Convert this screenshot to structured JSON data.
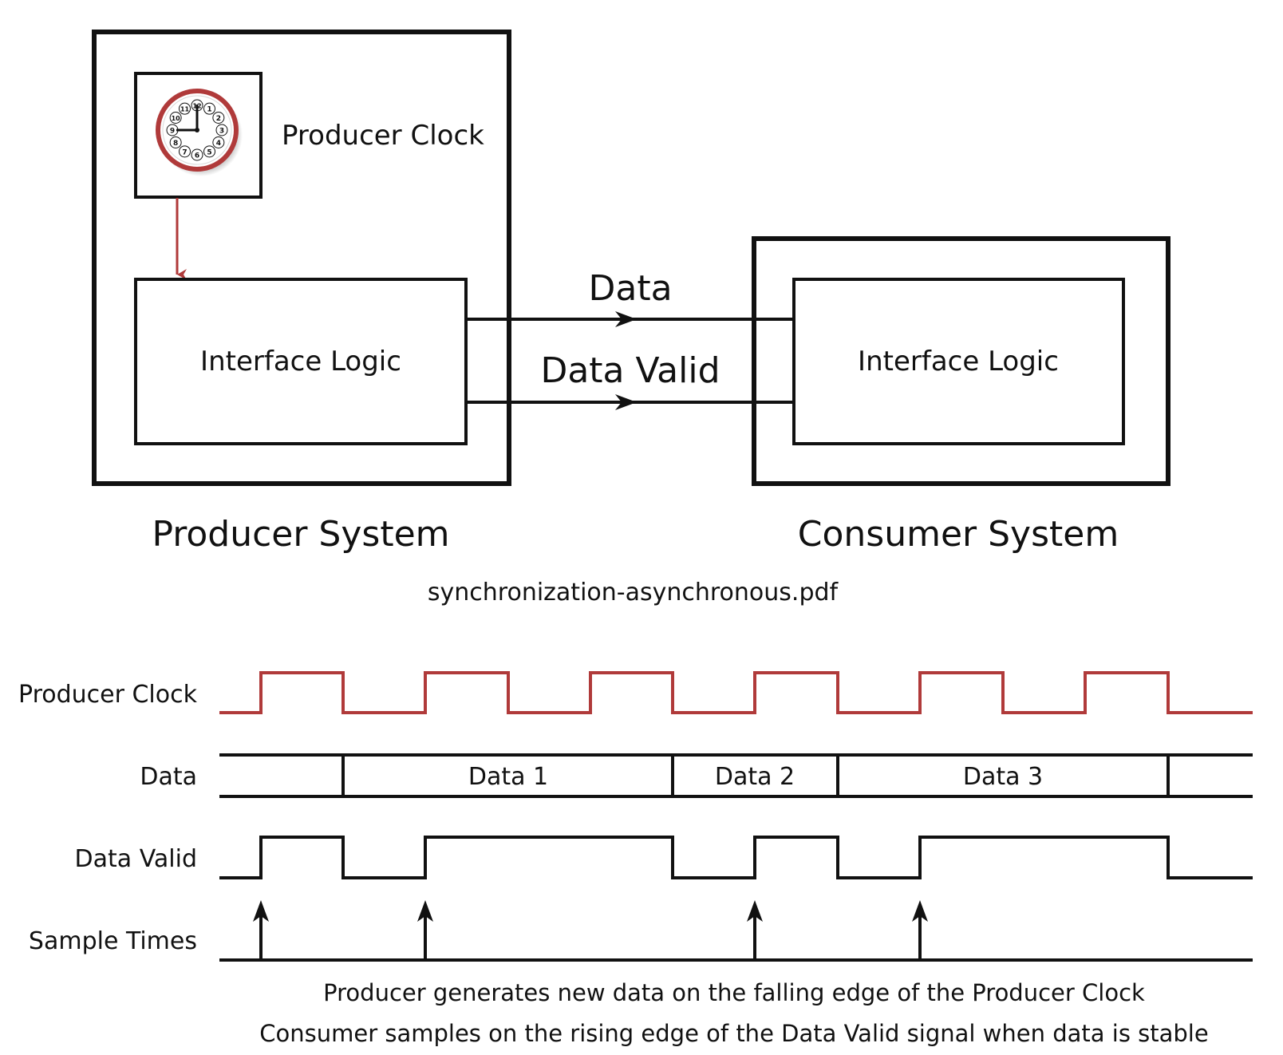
{
  "block_diagram": {
    "producer_clock_label": "Producer Clock",
    "producer_logic_label": "Interface Logic",
    "consumer_logic_label": "Interface Logic",
    "data_signal_label": "Data",
    "data_valid_signal_label": "Data Valid",
    "producer_system_label": "Producer System",
    "consumer_system_label": "Consumer System",
    "caption": "synchronization-asynchronous.pdf",
    "clock_dial_numbers": [
      "12",
      "1",
      "2",
      "3",
      "4",
      "5",
      "6",
      "7",
      "8",
      "9",
      "10",
      "11"
    ]
  },
  "timing": {
    "row_labels": {
      "clock": "Producer Clock",
      "data": "Data",
      "valid": "Data Valid",
      "samples": "Sample Times"
    },
    "data_segments": [
      "Data 1",
      "Data 2",
      "Data 3"
    ],
    "notes": [
      "Producer generates new data on the falling edge of the Producer Clock",
      "Consumer samples on the rising edge of the Data Valid signal when data is stable"
    ]
  },
  "colors": {
    "clock_red": "#b03a3a",
    "line_black": "#111111"
  },
  "icons": [
    "analog-clock-icon"
  ]
}
